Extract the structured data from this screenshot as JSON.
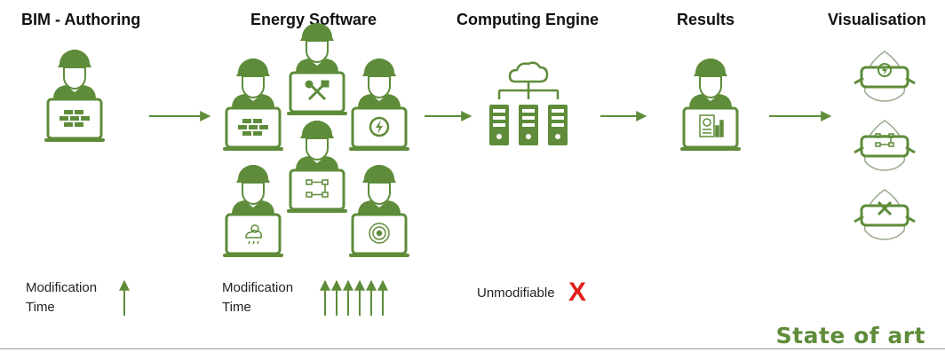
{
  "headings": {
    "bim": "BIM - Authoring",
    "energy": "Energy Software",
    "computing": "Computing Engine",
    "results": "Results",
    "visualisation": "Visualisation"
  },
  "notes": {
    "modification_left": "Modification",
    "time_left": "Time",
    "modification_mid": "Modification",
    "time_mid": "Time",
    "unmodifiable": "Unmodifiable",
    "unmodifiable_mark": "X"
  },
  "footer": {
    "state_of_art": "State of art"
  },
  "colors": {
    "accent": "#5e8c3a",
    "cross": "#e0201b",
    "text": "#111111"
  },
  "icons": [
    "worker-icon",
    "brick-wall-icon",
    "tools-icon",
    "lightning-icon",
    "flowchart-icon",
    "sun-cloud-icon",
    "seal-icon",
    "cloud-server-icon",
    "report-chart-icon",
    "vr-headset-icon",
    "arrow-right-icon",
    "arrow-up-icon"
  ]
}
